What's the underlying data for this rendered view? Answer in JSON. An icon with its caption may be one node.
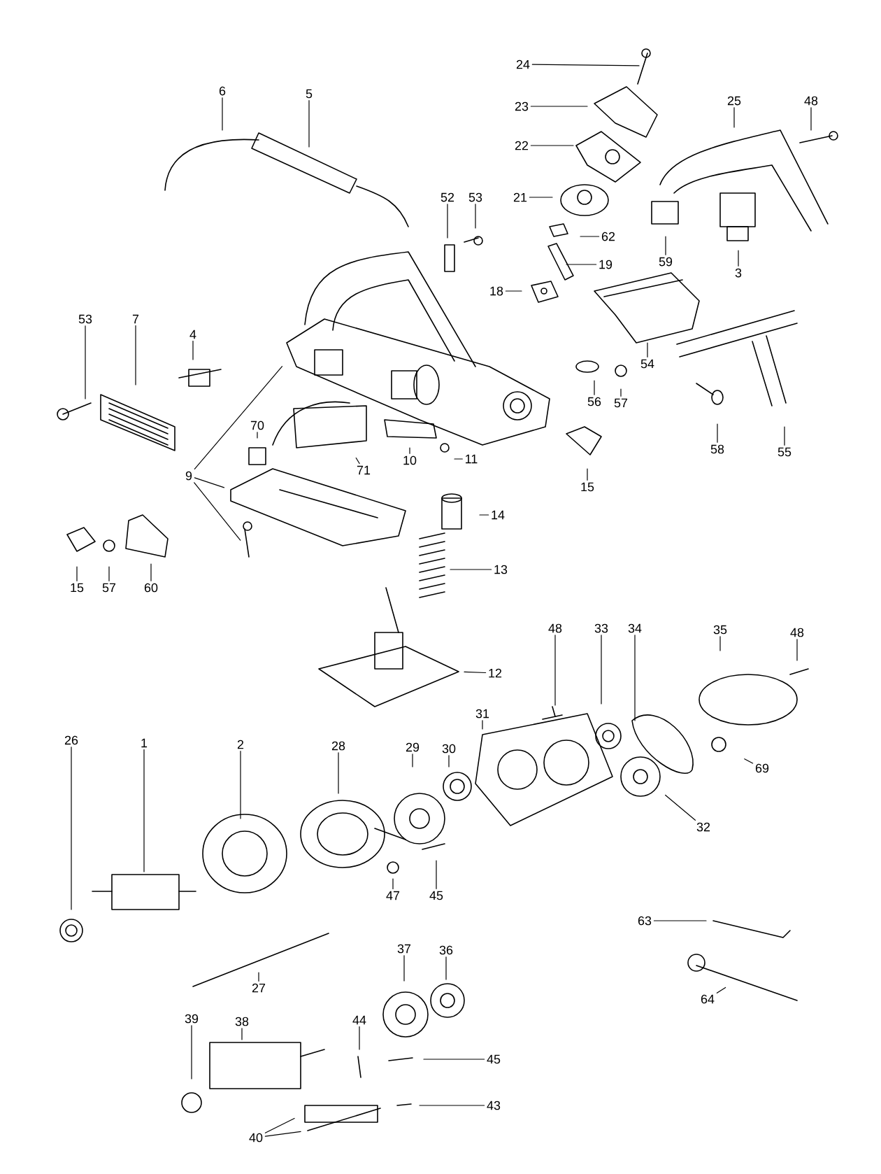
{
  "diagram": {
    "nodes": [
      {
        "text": [
          "24"
        ]
      },
      {
        "text": [
          "23"
        ]
      },
      {
        "text": [
          "22"
        ]
      },
      {
        "text": [
          "6"
        ]
      },
      {
        "text": [
          "5"
        ]
      },
      {
        "text": [
          "25"
        ]
      },
      {
        "text": [
          "48"
        ]
      },
      {
        "text": [
          "21"
        ]
      },
      {
        "text": [
          "62"
        ]
      },
      {
        "text": [
          "52"
        ]
      },
      {
        "text": [
          "53"
        ]
      },
      {
        "text": [
          "19"
        ]
      },
      {
        "text": [
          "59"
        ]
      },
      {
        "text": [
          "3"
        ]
      },
      {
        "text": [
          "18"
        ]
      },
      {
        "text": [
          "53"
        ]
      },
      {
        "text": [
          "7"
        ]
      },
      {
        "text": [
          "4"
        ]
      },
      {
        "text": [
          "54"
        ]
      },
      {
        "text": [
          "56"
        ]
      },
      {
        "text": [
          "57"
        ]
      },
      {
        "text": [
          "58"
        ]
      },
      {
        "text": [
          "55"
        ]
      },
      {
        "text": [
          "70"
        ]
      },
      {
        "text": [
          "9"
        ]
      },
      {
        "text": [
          "10"
        ]
      },
      {
        "text": [
          "11"
        ]
      },
      {
        "text": [
          "71"
        ]
      },
      {
        "text": [
          "15"
        ]
      },
      {
        "text": [
          "14"
        ]
      },
      {
        "text": [
          "15"
        ]
      },
      {
        "text": [
          "57"
        ]
      },
      {
        "text": [
          "60"
        ]
      },
      {
        "text": [
          "13"
        ]
      },
      {
        "text": [
          "12"
        ]
      },
      {
        "text": [
          "48"
        ]
      },
      {
        "text": [
          "33"
        ]
      },
      {
        "text": [
          "34"
        ]
      },
      {
        "text": [
          "35"
        ]
      },
      {
        "text": [
          "48"
        ]
      },
      {
        "text": [
          "31"
        ]
      },
      {
        "text": [
          "26"
        ]
      },
      {
        "text": [
          "1"
        ]
      },
      {
        "text": [
          "2"
        ]
      },
      {
        "text": [
          "28"
        ]
      },
      {
        "text": [
          "29"
        ]
      },
      {
        "text": [
          "30"
        ]
      },
      {
        "text": [
          "69"
        ]
      },
      {
        "text": [
          "32"
        ]
      },
      {
        "text": [
          "47"
        ]
      },
      {
        "text": [
          "45"
        ]
      },
      {
        "text": [
          "63"
        ]
      },
      {
        "text": [
          "37"
        ]
      },
      {
        "text": [
          "36"
        ]
      },
      {
        "text": [
          "27"
        ]
      },
      {
        "text": [
          "64"
        ]
      },
      {
        "text": [
          "39"
        ]
      },
      {
        "text": [
          "38"
        ]
      },
      {
        "text": [
          "44"
        ]
      },
      {
        "text": [
          "45"
        ]
      },
      {
        "text": [
          "43"
        ]
      },
      {
        "text": [
          "40"
        ]
      }
    ],
    "edges": [
      {
        "from": 0,
        "to": null,
        "arrow": "none"
      },
      {
        "from": 1,
        "to": null,
        "arrow": "none"
      },
      {
        "from": 2,
        "to": null,
        "arrow": "none"
      },
      {
        "from": 3,
        "to": null,
        "arrow": "none"
      },
      {
        "from": 4,
        "to": null,
        "arrow": "none"
      },
      {
        "from": 5,
        "to": null,
        "arrow": "none"
      },
      {
        "from": 6,
        "to": null,
        "arrow": "none"
      },
      {
        "from": 7,
        "to": null,
        "arrow": "none"
      },
      {
        "from": 8,
        "to": null,
        "arrow": "none"
      },
      {
        "from": 9,
        "to": null,
        "arrow": "none"
      },
      {
        "from": 10,
        "to": null,
        "arrow": "none"
      },
      {
        "from": 11,
        "to": null,
        "arrow": "none"
      },
      {
        "from": 12,
        "to": null,
        "arrow": "none"
      },
      {
        "from": 13,
        "to": null,
        "arrow": "none"
      },
      {
        "from": 14,
        "to": null,
        "arrow": "none"
      },
      {
        "from": 15,
        "to": null,
        "arrow": "none"
      },
      {
        "from": 16,
        "to": null,
        "arrow": "none"
      },
      {
        "from": 17,
        "to": null,
        "arrow": "none"
      },
      {
        "from": 18,
        "to": null,
        "arrow": "none"
      },
      {
        "from": 19,
        "to": null,
        "arrow": "none"
      },
      {
        "from": 20,
        "to": null,
        "arrow": "none"
      },
      {
        "from": 21,
        "to": null,
        "arrow": "none"
      },
      {
        "from": 22,
        "to": null,
        "arrow": "none"
      },
      {
        "from": 23,
        "to": null,
        "arrow": "none"
      },
      {
        "from": 24,
        "to": null,
        "arrow": "none"
      },
      {
        "from": 24,
        "to": null,
        "arrow": "none"
      },
      {
        "from": 24,
        "to": null,
        "arrow": "none"
      },
      {
        "from": 25,
        "to": null,
        "arrow": "none"
      },
      {
        "from": 26,
        "to": null,
        "arrow": "none"
      },
      {
        "from": 27,
        "to": null,
        "arrow": "none"
      },
      {
        "from": 28,
        "to": null,
        "arrow": "none"
      },
      {
        "from": 29,
        "to": null,
        "arrow": "none"
      },
      {
        "from": 30,
        "to": null,
        "arrow": "none"
      },
      {
        "from": 31,
        "to": null,
        "arrow": "none"
      },
      {
        "from": 32,
        "to": null,
        "arrow": "none"
      },
      {
        "from": 33,
        "to": null,
        "arrow": "none"
      },
      {
        "from": 34,
        "to": null,
        "arrow": "none"
      },
      {
        "from": 35,
        "to": null,
        "arrow": "none"
      },
      {
        "from": 36,
        "to": null,
        "arrow": "none"
      },
      {
        "from": 37,
        "to": null,
        "arrow": "none"
      },
      {
        "from": 38,
        "to": null,
        "arrow": "none"
      },
      {
        "from": 39,
        "to": null,
        "arrow": "none"
      },
      {
        "from": 40,
        "to": null,
        "arrow": "none"
      },
      {
        "from": 41,
        "to": null,
        "arrow": "none"
      },
      {
        "from": 42,
        "to": null,
        "arrow": "none"
      },
      {
        "from": 43,
        "to": null,
        "arrow": "none"
      },
      {
        "from": 44,
        "to": null,
        "arrow": "none"
      },
      {
        "from": 45,
        "to": null,
        "arrow": "none"
      },
      {
        "from": 46,
        "to": null,
        "arrow": "none"
      },
      {
        "from": 47,
        "to": null,
        "arrow": "none"
      },
      {
        "from": 48,
        "to": null,
        "arrow": "none"
      },
      {
        "from": 49,
        "to": null,
        "arrow": "none"
      },
      {
        "from": 50,
        "to": null,
        "arrow": "none"
      },
      {
        "from": 51,
        "to": null,
        "arrow": "none"
      },
      {
        "from": 52,
        "to": null,
        "arrow": "none"
      },
      {
        "from": 53,
        "to": null,
        "arrow": "none"
      },
      {
        "from": 54,
        "to": null,
        "arrow": "none"
      },
      {
        "from": 55,
        "to": null,
        "arrow": "none"
      },
      {
        "from": 56,
        "to": null,
        "arrow": "none"
      },
      {
        "from": 57,
        "to": null,
        "arrow": "none"
      },
      {
        "from": 58,
        "to": null,
        "arrow": "none"
      },
      {
        "from": 59,
        "to": null,
        "arrow": "none"
      },
      {
        "from": 60,
        "to": null,
        "arrow": "none"
      },
      {
        "from": 61,
        "to": null,
        "arrow": "none"
      },
      {
        "from": 61,
        "to": null,
        "arrow": "none"
      }
    ]
  }
}
